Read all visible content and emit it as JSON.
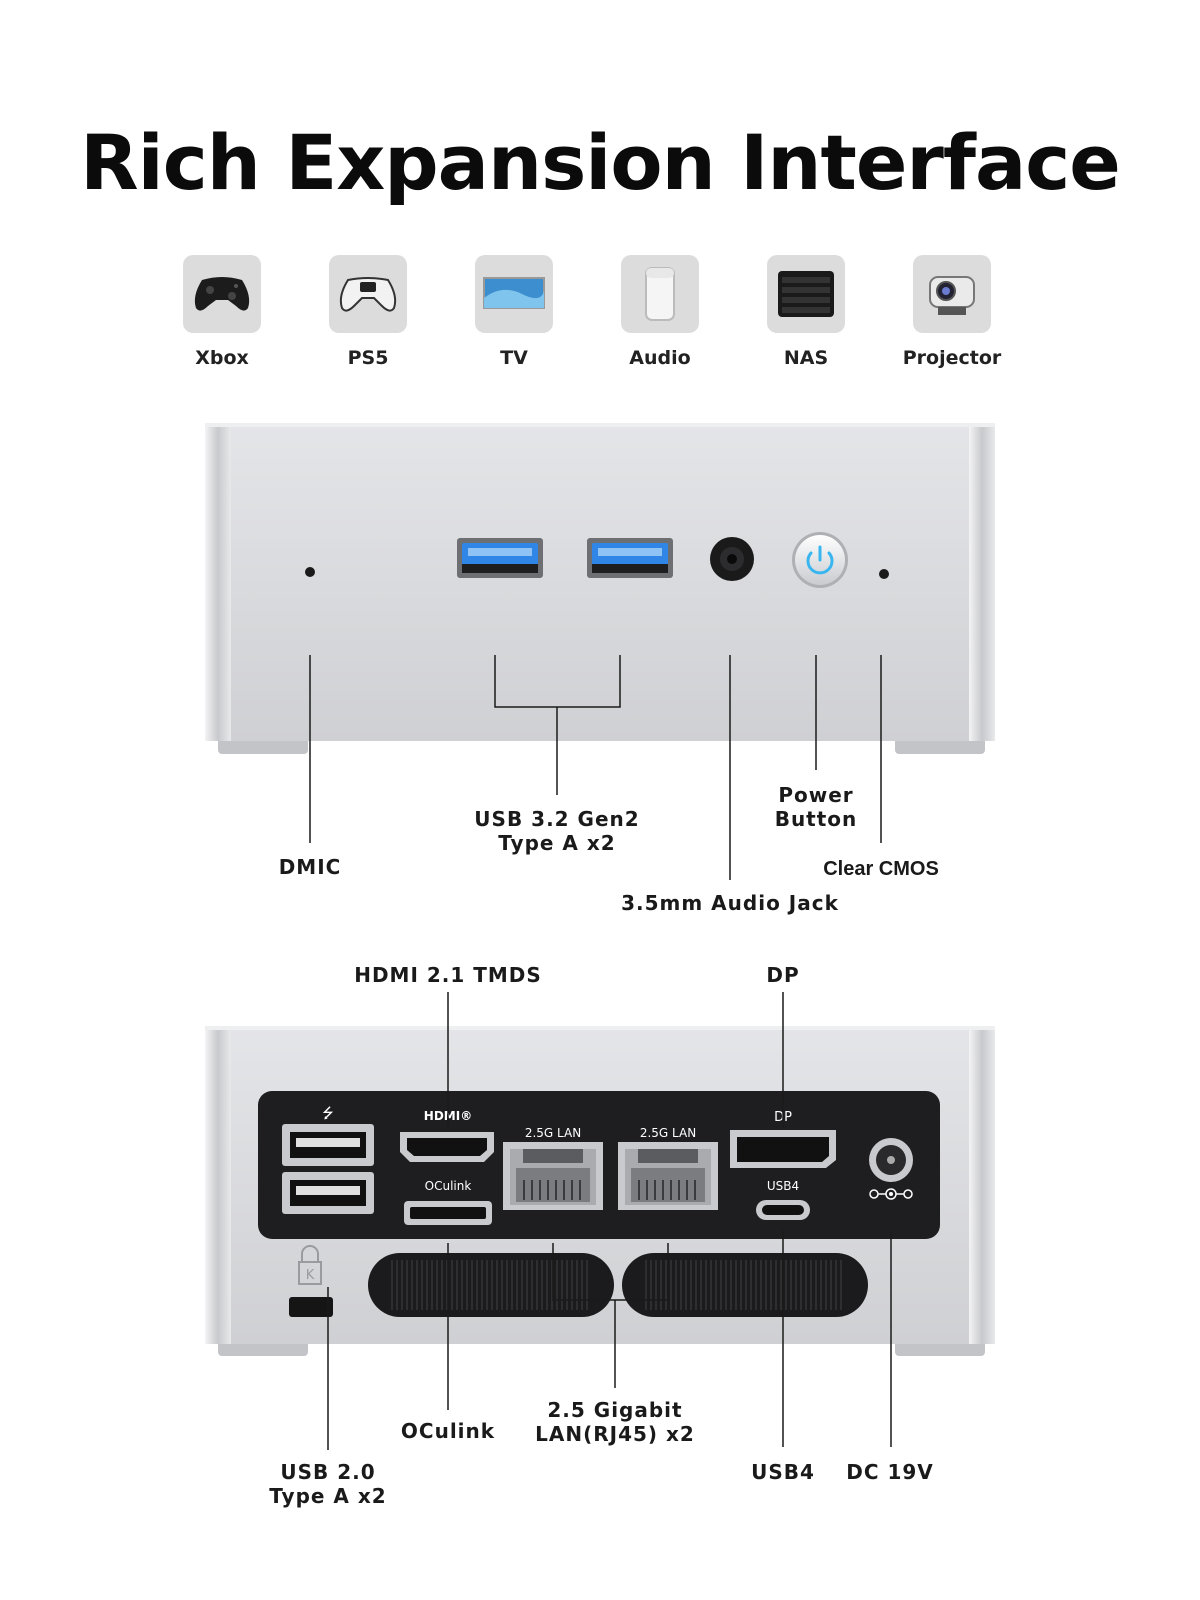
{
  "title": "Rich Expansion Interface",
  "devices": [
    {
      "label": "Xbox",
      "icon": "gamepad-icon"
    },
    {
      "label": "PS5",
      "icon": "ps5-controller-icon"
    },
    {
      "label": "TV",
      "icon": "tv-icon"
    },
    {
      "label": "Audio",
      "icon": "speaker-icon"
    },
    {
      "label": "NAS",
      "icon": "nas-icon"
    },
    {
      "label": "Projector",
      "icon": "projector-icon"
    }
  ],
  "front_panel": {
    "labels": {
      "dmic": "DMIC",
      "usb32": "USB 3.2 Gen2\nType A x2",
      "power": "Power\nButton",
      "clear_cmos": "Clear CMOS",
      "audio_jack": "3.5mm Audio Jack"
    }
  },
  "rear_panel": {
    "port_markings": {
      "hdmi": "HDMI®",
      "lan1": "2.5G LAN",
      "lan2": "2.5G LAN",
      "dp": "DP",
      "oculink": "OCulink",
      "usb4": "USB4"
    },
    "labels": {
      "hdmi": "HDMI 2.1 TMDS",
      "dp": "DP",
      "oculink": "OCulink",
      "lan": "2.5 Gigabit\nLAN(RJ45) x2",
      "usb20": "USB 2.0\nType A x2",
      "usb4": "USB4",
      "dc": "DC 19V"
    }
  },
  "colors": {
    "chassis": "#d4d5d8",
    "panel": "#1e1e20",
    "usb_blue": "#2f86e6",
    "power_glow": "#39b6f0"
  }
}
